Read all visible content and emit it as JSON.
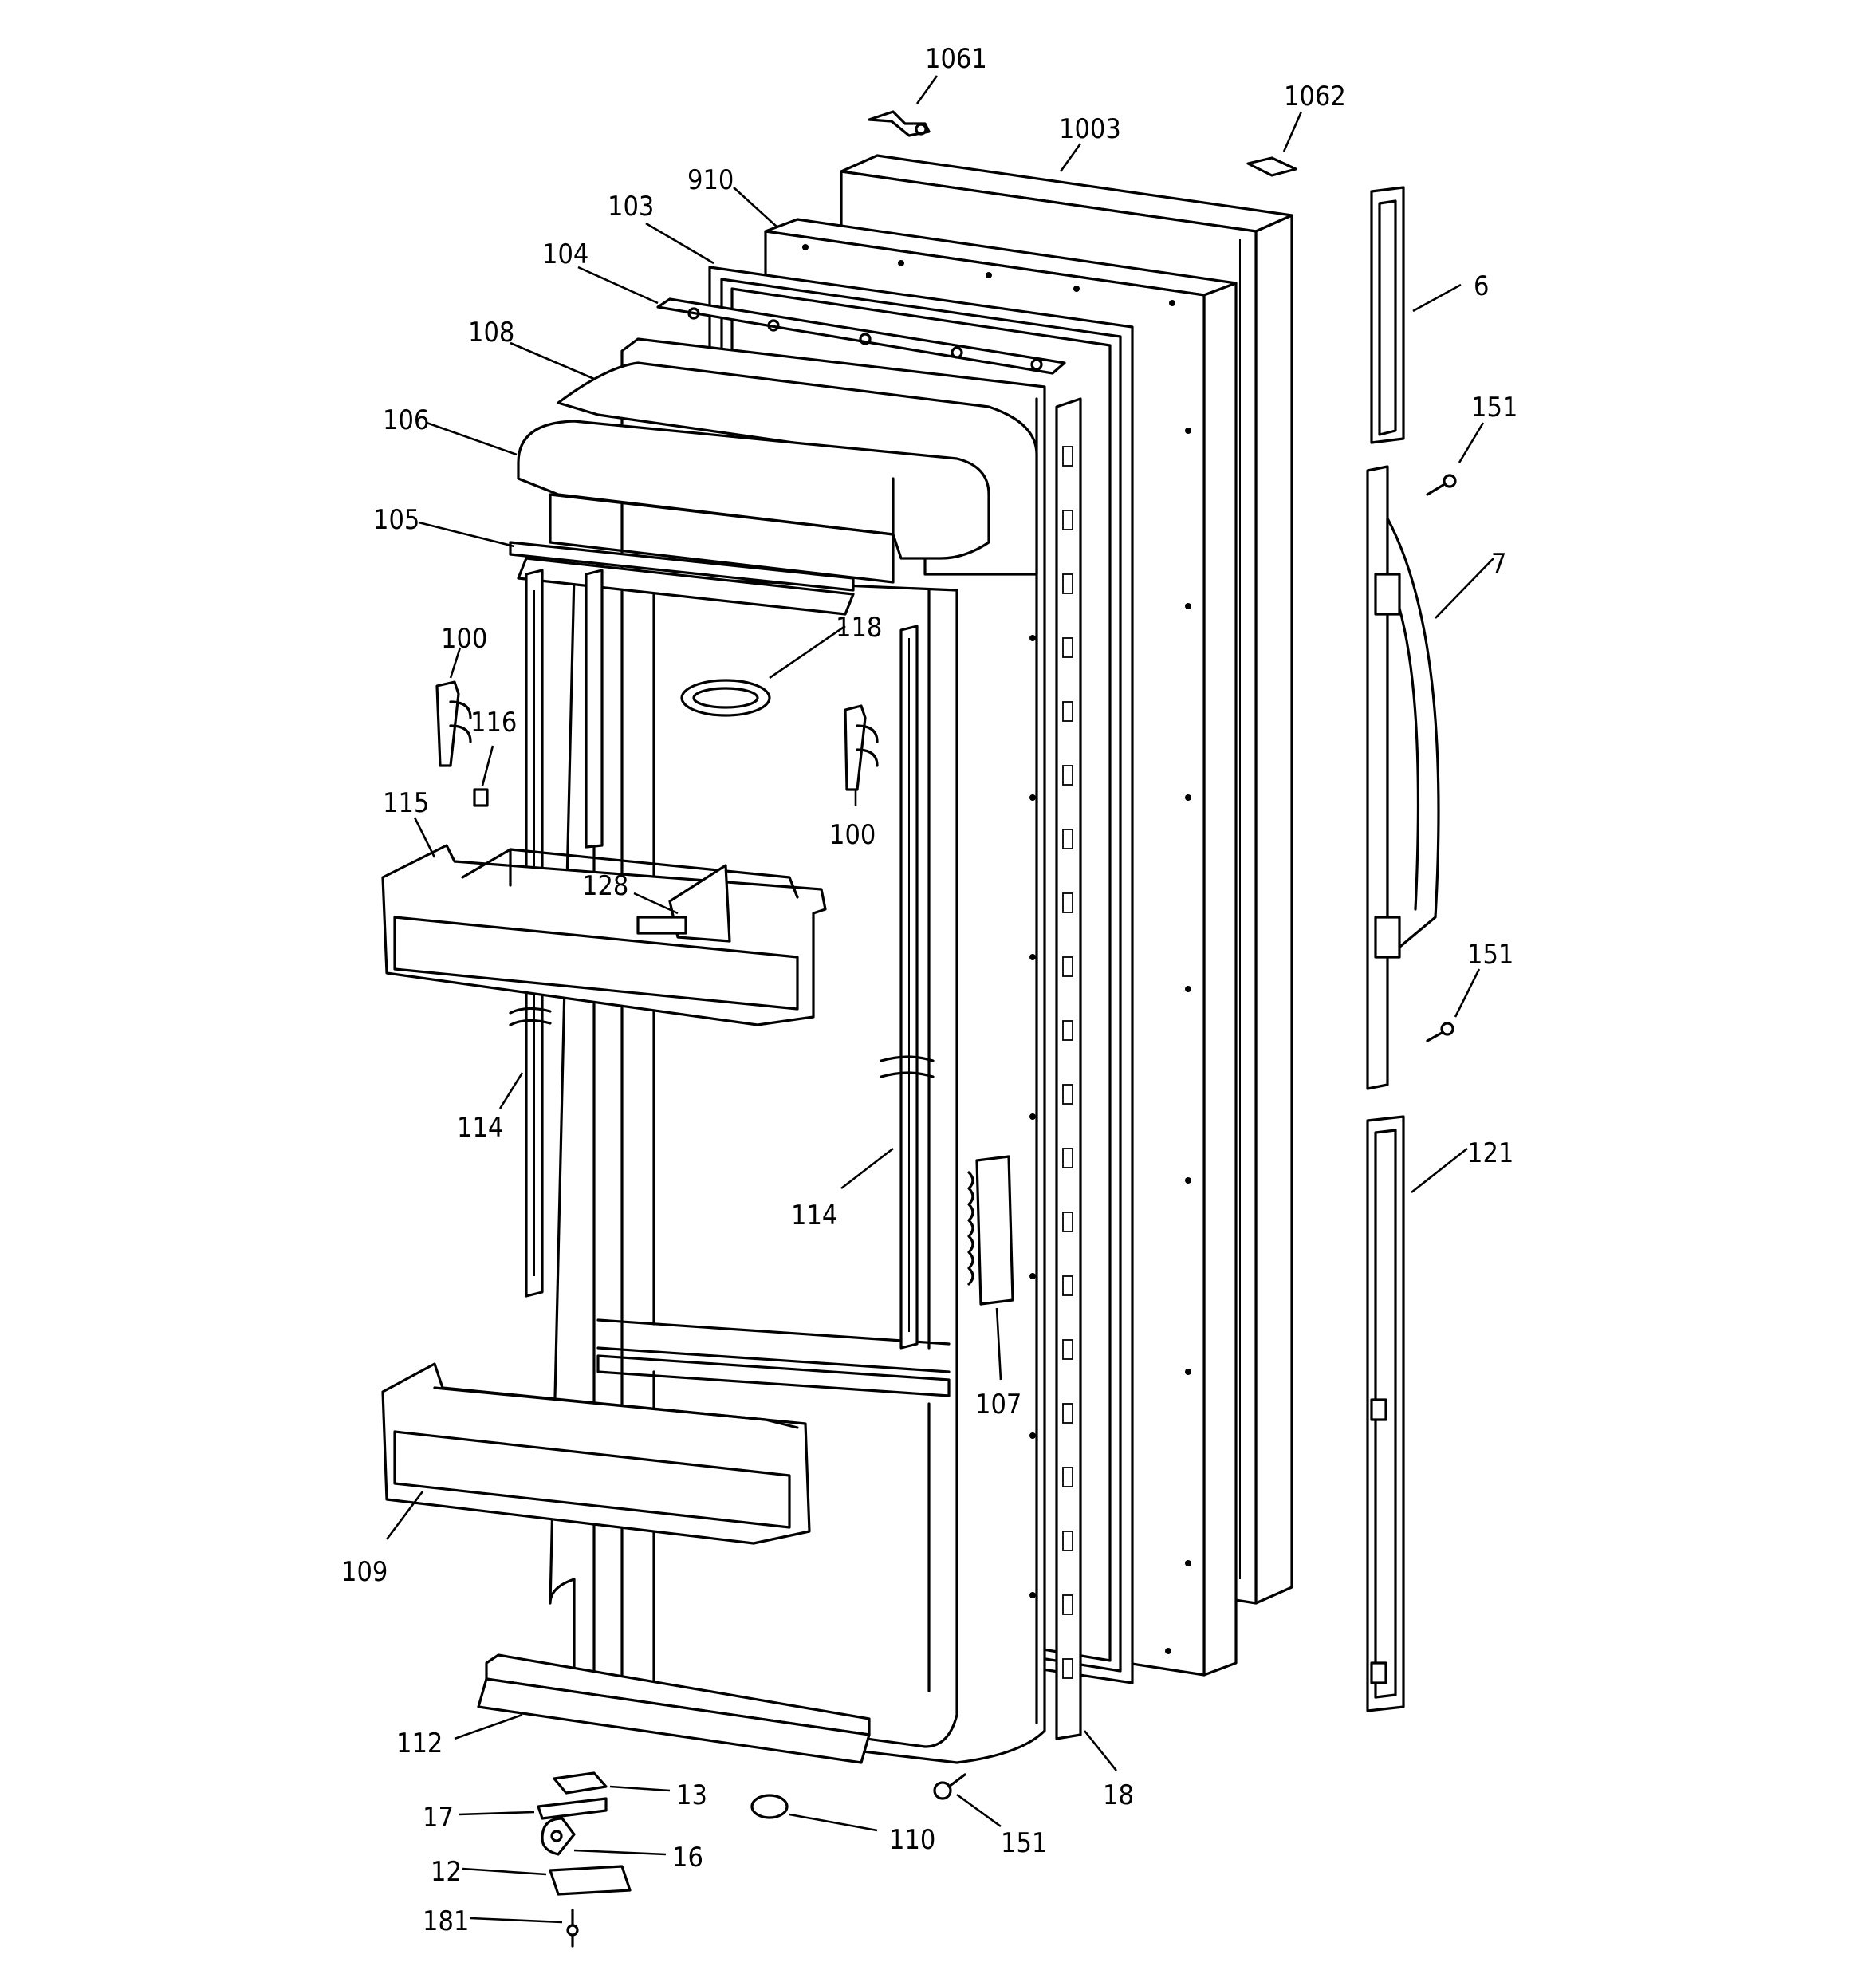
{
  "parts": [
    {
      "id": "p1061",
      "label": "1061"
    },
    {
      "id": "p1062",
      "label": "1062"
    },
    {
      "id": "p1003",
      "label": "1003"
    },
    {
      "id": "p910",
      "label": "910"
    },
    {
      "id": "p103",
      "label": "103"
    },
    {
      "id": "p104",
      "label": "104"
    },
    {
      "id": "p108",
      "label": "108"
    },
    {
      "id": "p106",
      "label": "106"
    },
    {
      "id": "p105",
      "label": "105"
    },
    {
      "id": "p6",
      "label": "6"
    },
    {
      "id": "p151a",
      "label": "151"
    },
    {
      "id": "p7",
      "label": "7"
    },
    {
      "id": "p151b",
      "label": "151"
    },
    {
      "id": "p121",
      "label": "121"
    },
    {
      "id": "p118",
      "label": "118"
    },
    {
      "id": "p100a",
      "label": "100"
    },
    {
      "id": "p116",
      "label": "116"
    },
    {
      "id": "p115",
      "label": "115"
    },
    {
      "id": "p100b",
      "label": "100"
    },
    {
      "id": "p128",
      "label": "128"
    },
    {
      "id": "p114a",
      "label": "114"
    },
    {
      "id": "p114b",
      "label": "114"
    },
    {
      "id": "p107",
      "label": "107"
    },
    {
      "id": "p109",
      "label": "109"
    },
    {
      "id": "p112",
      "label": "112"
    },
    {
      "id": "p18",
      "label": "18"
    },
    {
      "id": "p13",
      "label": "13"
    },
    {
      "id": "p17",
      "label": "17"
    },
    {
      "id": "p16",
      "label": "16"
    },
    {
      "id": "p12",
      "label": "12"
    },
    {
      "id": "p181",
      "label": "181"
    },
    {
      "id": "p110",
      "label": "110"
    },
    {
      "id": "p151c",
      "label": "151"
    }
  ]
}
